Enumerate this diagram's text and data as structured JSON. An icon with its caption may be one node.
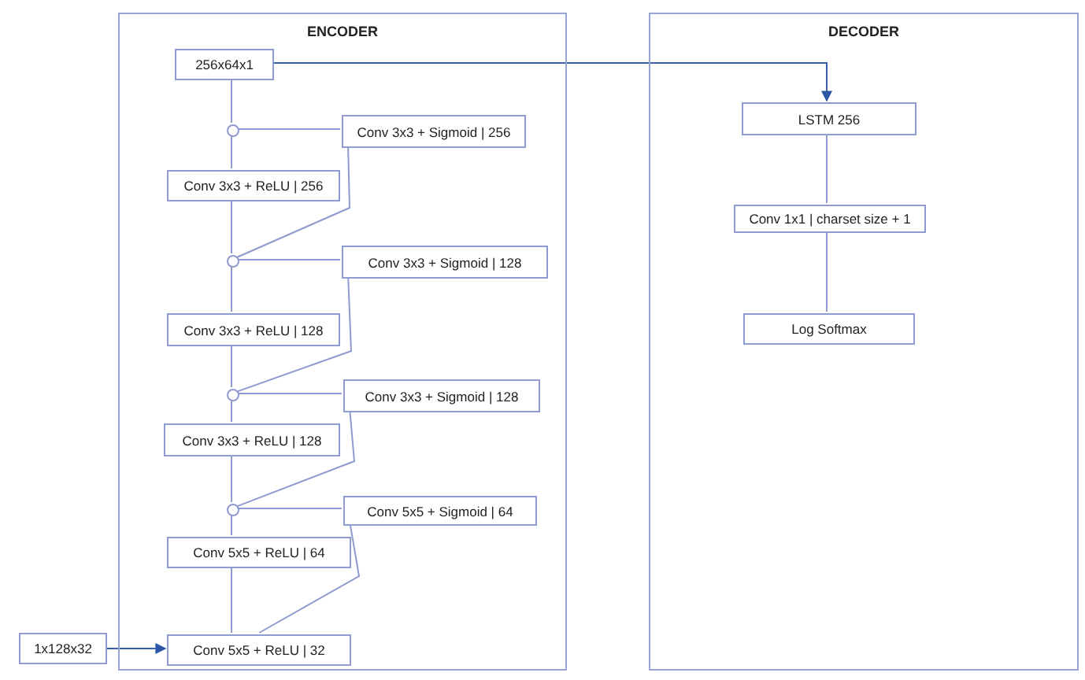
{
  "diagram": {
    "nodes": [
      {
        "text": [
          "ENCODER"
        ]
      },
      {
        "text": [
          "256x64x1"
        ],
        "in": 0
      },
      {
        "text": [],
        "shape": "circle",
        "in": 0
      },
      {
        "text": [
          "Conv 3x3 + Sigmoid | 256"
        ],
        "in": 0
      },
      {
        "text": [
          "Conv 3x3 + ReLU | 256"
        ],
        "in": 0
      },
      {
        "text": [],
        "shape": "circle",
        "in": 0
      },
      {
        "text": [
          "Conv 3x3 + Sigmoid | 128"
        ],
        "in": 0
      },
      {
        "text": [
          "Conv 3x3 + ReLU | 128"
        ],
        "in": 0
      },
      {
        "text": [],
        "shape": "circle",
        "in": 0
      },
      {
        "text": [
          "Conv 3x3 + Sigmoid | 128"
        ],
        "in": 0
      },
      {
        "text": [
          "Conv 3x3 + ReLU | 128"
        ],
        "in": 0
      },
      {
        "text": [],
        "shape": "circle",
        "in": 0
      },
      {
        "text": [
          "Conv 5x5 + Sigmoid | 64"
        ],
        "in": 0
      },
      {
        "text": [
          "Conv 5x5 + ReLU | 64"
        ],
        "in": 0
      },
      {
        "text": [
          "Conv 5x5 + ReLU | 32"
        ],
        "in": 0
      },
      {
        "text": [
          "1x128x32"
        ]
      },
      {
        "text": [
          "DECODER"
        ]
      },
      {
        "text": [
          "LSTM 256"
        ],
        "in": 16
      },
      {
        "text": [
          "Conv 1x1 | charset size + 1"
        ],
        "in": 16
      },
      {
        "text": [
          "Log Softmax"
        ],
        "in": 16
      }
    ],
    "edges": [
      {
        "from": 15,
        "to": 14,
        "arrow": "to"
      },
      {
        "from": 14,
        "to": 13,
        "arrow": "none"
      },
      {
        "from": 14,
        "to": 12,
        "arrow": "none"
      },
      {
        "from": 13,
        "to": 11,
        "arrow": "none"
      },
      {
        "from": 12,
        "to": 11,
        "arrow": "none"
      },
      {
        "from": 11,
        "to": 10,
        "arrow": "none"
      },
      {
        "from": 11,
        "to": 9,
        "arrow": "none"
      },
      {
        "from": 10,
        "to": 8,
        "arrow": "none"
      },
      {
        "from": 9,
        "to": 8,
        "arrow": "none"
      },
      {
        "from": 8,
        "to": 7,
        "arrow": "none"
      },
      {
        "from": 8,
        "to": 6,
        "arrow": "none"
      },
      {
        "from": 7,
        "to": 5,
        "arrow": "none"
      },
      {
        "from": 6,
        "to": 5,
        "arrow": "none"
      },
      {
        "from": 5,
        "to": 4,
        "arrow": "none"
      },
      {
        "from": 5,
        "to": 3,
        "arrow": "none"
      },
      {
        "from": 4,
        "to": 2,
        "arrow": "none"
      },
      {
        "from": 3,
        "to": 2,
        "arrow": "none"
      },
      {
        "from": 2,
        "to": 1,
        "arrow": "none"
      },
      {
        "from": 1,
        "to": 17,
        "arrow": "to"
      },
      {
        "from": 17,
        "to": 18,
        "arrow": "none"
      },
      {
        "from": 18,
        "to": 19,
        "arrow": "none"
      }
    ]
  }
}
